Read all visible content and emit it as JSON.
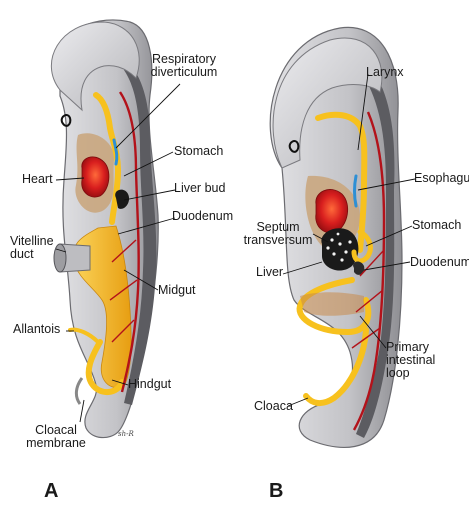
{
  "panels": {
    "a": {
      "letter": "A",
      "labels": {
        "respiratory_diverticulum_1": "Respiratory",
        "respiratory_diverticulum_2": "diverticulum",
        "heart": "Heart",
        "stomach": "Stomach",
        "liver_bud": "Liver bud",
        "duodenum": "Duodenum",
        "vitelline_duct_1": "Vitelline",
        "vitelline_duct_2": "duct",
        "midgut": "Midgut",
        "allantois": "Allantois",
        "hindgut": "Hindgut",
        "cloacal_membrane_1": "Cloacal",
        "cloacal_membrane_2": "membrane"
      },
      "signature": "sh-R"
    },
    "b": {
      "letter": "B",
      "labels": {
        "larynx": "Larynx",
        "esophagus": "Esophagus",
        "septum_transversum_1": "Septum",
        "septum_transversum_2": "transversum",
        "stomach": "Stomach",
        "liver": "Liver",
        "duodenum": "Duodenum",
        "primary_intestinal_loop_1": "Primary",
        "primary_intestinal_loop_2": "intestinal",
        "primary_intestinal_loop_3": "loop",
        "cloaca": "Cloaca"
      }
    }
  },
  "colors": {
    "body_light": "#d0d0d3",
    "body_mid": "#a9a9ad",
    "body_dark": "#59595d",
    "gut_yellow": "#f7c11e",
    "gut_dark": "#d98d10",
    "heart_red": "#d81e1e",
    "vessel_red": "#b3121a",
    "mesoderm_tan": "#c89560",
    "liver_black": "#1a1a1a",
    "lung_blue": "#2d8fd5"
  }
}
